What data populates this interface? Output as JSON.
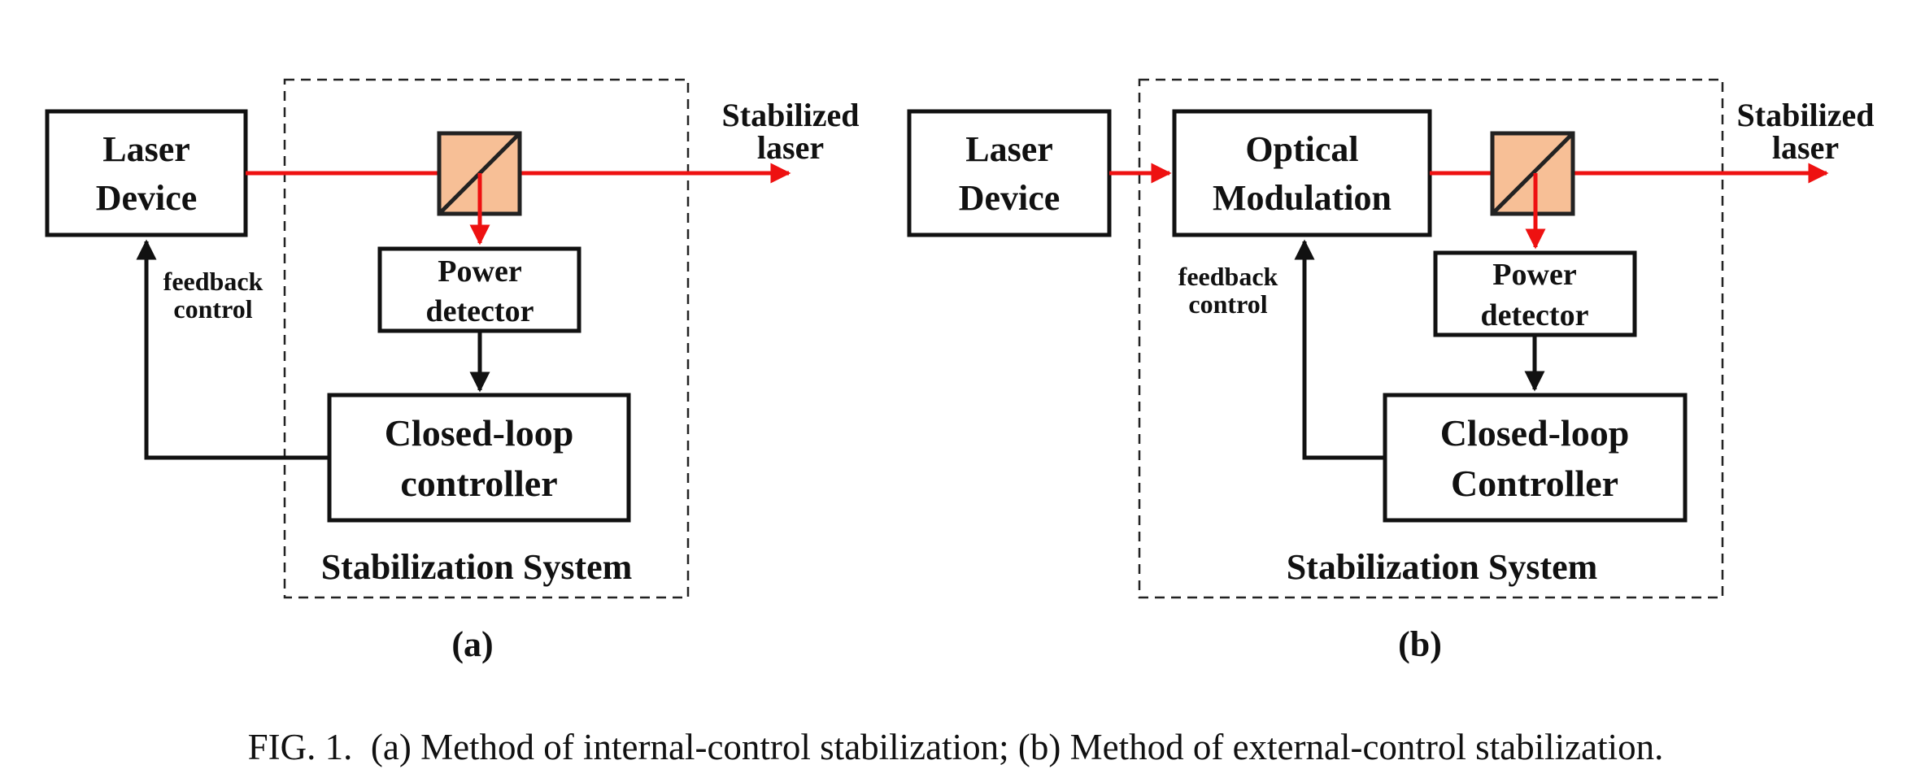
{
  "colors": {
    "beam": "#ee1111",
    "splitter_fill": "#f7bf96",
    "line": "#111111"
  },
  "panel_a": {
    "laser_device": [
      "Laser",
      "Device"
    ],
    "output_label": [
      "Stabilized",
      "laser"
    ],
    "power_detector": [
      "Power",
      "detector"
    ],
    "controller": [
      "Closed-loop",
      "controller"
    ],
    "feedback": [
      "feedback",
      "control"
    ],
    "system_label": "Stabilization System",
    "sublabel": "(a)"
  },
  "panel_b": {
    "laser_device": [
      "Laser",
      "Device"
    ],
    "modulation": [
      "Optical",
      "Modulation"
    ],
    "output_label": [
      "Stabilized",
      "laser"
    ],
    "power_detector": [
      "Power",
      "detector"
    ],
    "controller": [
      "Closed-loop",
      "Controller"
    ],
    "feedback": [
      "feedback",
      "control"
    ],
    "system_label": "Stabilization System",
    "sublabel": "(b)"
  },
  "caption": "FIG. 1.  (a) Method of internal-control stabilization; (b) Method of external-control stabilization."
}
